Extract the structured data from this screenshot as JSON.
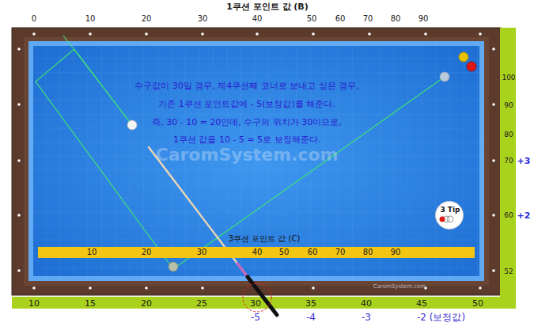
{
  "diagram": {
    "title": "1쿠션 포인트 값 (B)",
    "nodes": [
      {
        "text": [
          "100",
          "90",
          "80",
          "70",
          "60",
          "52"
        ]
      },
      {
        "text": [
          "10",
          "15",
          "20",
          "25",
          "30",
          "35",
          "40",
          "45",
          "50"
        ]
      },
      {
        "text": [
          "3쿠션 포인트 값 (C)",
          "10",
          "20",
          "30",
          "40",
          "50",
          "60",
          "70",
          "80",
          "90"
        ]
      },
      {
        "text": [
          "3 Tip"
        ]
      }
    ],
    "labels": [
      "0",
      "10",
      "20",
      "30",
      "40",
      "50",
      "60",
      "70",
      "80",
      "90",
      "수구값이 30일 경우, 제4쿠션째 코너로 보내고 싶은 경우,",
      "기존 1쿠션 포인트값에 - 5(보정값)를 해준다.",
      "즉, 30 - 10 = 20인데, 수구의 위치가 30이므로,",
      "1쿠션 값을 10 - 5 = 5로 보정해준다.",
      "CaromSystem.com",
      "CaromSystem.com",
      "+3",
      "+2",
      "-5",
      "-4",
      "-3",
      "-2 (보정값)"
    ]
  }
}
